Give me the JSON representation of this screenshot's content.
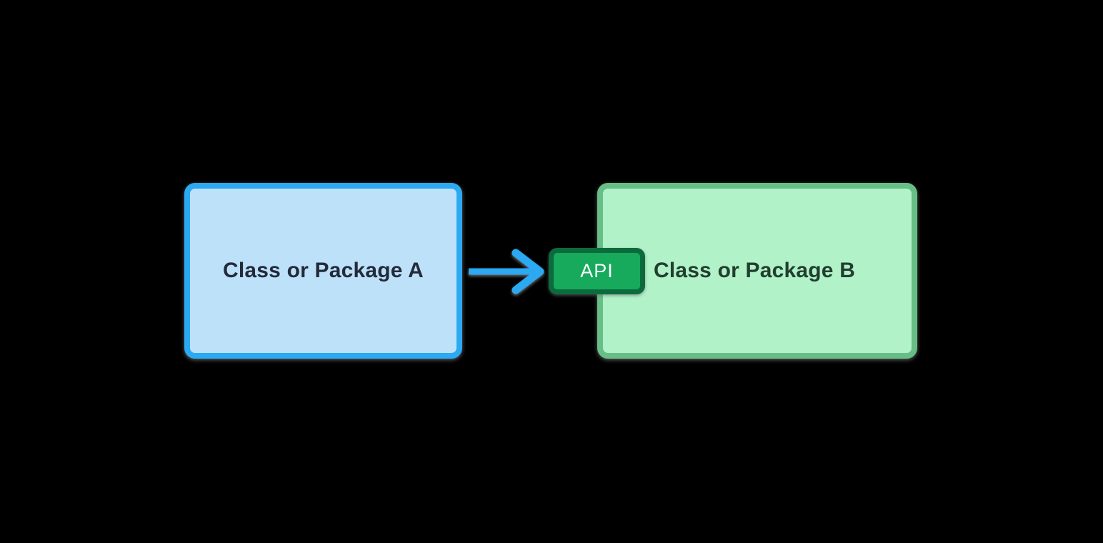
{
  "diagram": {
    "nodes": {
      "a": {
        "label": "Class or Package A"
      },
      "b": {
        "label": "Class or Package B"
      }
    },
    "badge": {
      "label": "API"
    },
    "arrow": {
      "direction": "right",
      "from": "Class or Package A",
      "to": "API"
    }
  },
  "colors": {
    "background": "#000000",
    "node-a-fill": "#BEE1FA",
    "node-a-border": "#2BA9F2",
    "node-a-text": "#232B3A",
    "node-b-fill": "#B1F2C8",
    "node-b-border": "#68BE87",
    "node-b-text": "#223E2F",
    "badge-fill": "#17A95C",
    "badge-border": "#0B6B3D",
    "badge-text": "#FFFFFF",
    "arrow-color": "#2BA9F2"
  }
}
